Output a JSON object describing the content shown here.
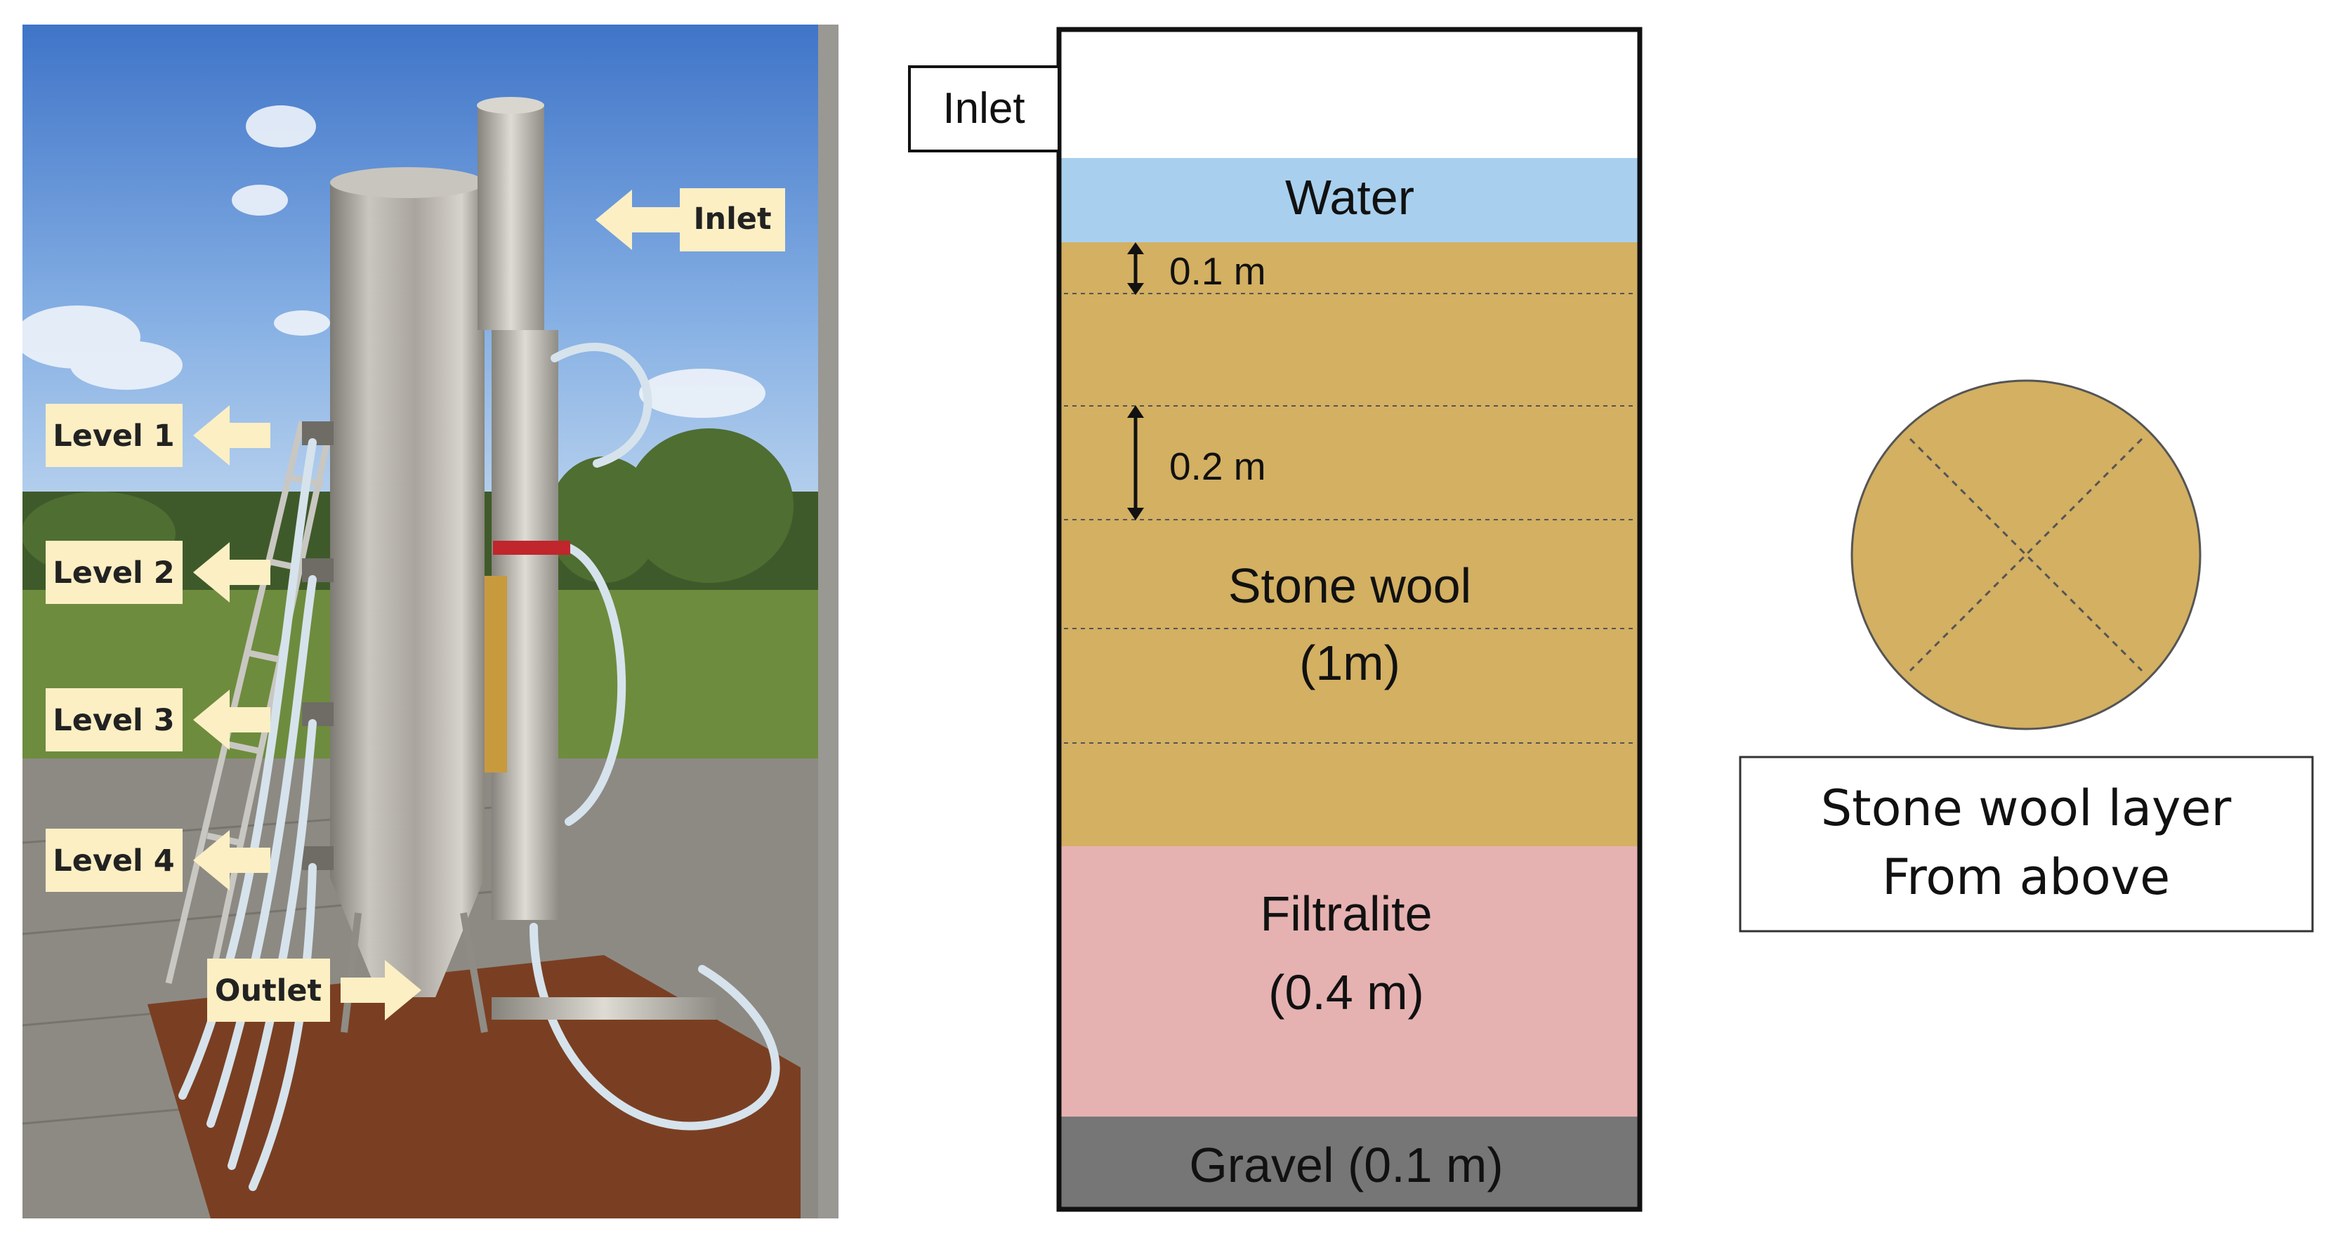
{
  "photo": {
    "labels": {
      "inlet": "Inlet",
      "level1": "Level 1",
      "level2": "Level 2",
      "level3": "Level 3",
      "level4": "Level 4",
      "outlet": "Outlet"
    },
    "colors": {
      "sky": "#6f9fde",
      "label_bg": "#fcefc4",
      "arrow": "#fcefc4",
      "steel": "#b9b6b0"
    }
  },
  "column": {
    "inlet_label": "Inlet",
    "layers": {
      "water": "Water",
      "stone_wool": "Stone wool",
      "stone_wool_size": "(1m)",
      "filtralite": "Filtralite",
      "filtralite_size": "(0.4 m)",
      "gravel": "Gravel (0.1 m)"
    },
    "dimensions": {
      "small": "0.1 m",
      "large": "0.2 m"
    },
    "colors": {
      "water": "#a8d0ee",
      "stone_wool": "#d3b062",
      "filtralite": "#e6b1b1",
      "gravel": "#767676"
    }
  },
  "top_view": {
    "caption_line1": "Stone wool layer",
    "caption_line2": "From above"
  }
}
